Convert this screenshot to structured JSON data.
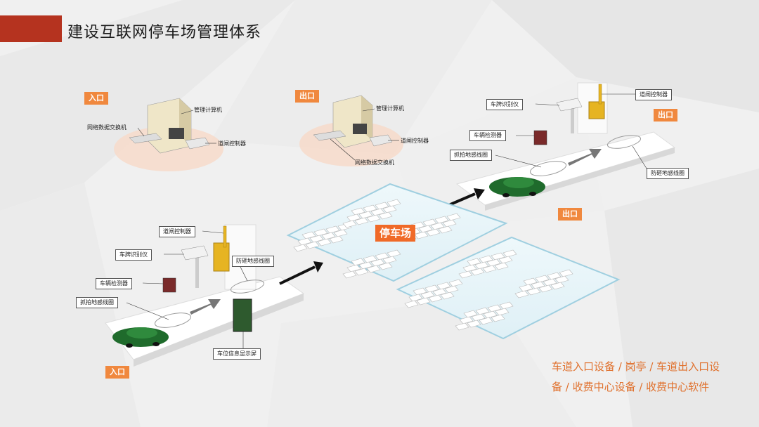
{
  "title": "建设互联网停车场管理体系",
  "tags": {
    "entrance_top": "入口",
    "exit_top": "出口",
    "exit_right_top": "出口",
    "exit_right_mid": "出口",
    "entrance_bottom": "入口",
    "parking_lot": "停车场"
  },
  "labels": {
    "mgmt_pc_1": "管理计算机",
    "net_switch_1": "网络数据交换机",
    "gate_ctrl_1": "道闸控制器",
    "mgmt_pc_2": "管理计算机",
    "gate_ctrl_2": "道闸控制器",
    "net_switch_2": "网络数据交换机",
    "plate_rec_exit": "车牌识别仪",
    "gate_ctrl_exit": "道闸控制器",
    "vehicle_det_exit": "车辆检测器",
    "snap_coil_exit": "抓拍地感线圈",
    "anti_smash_exit": "防砸地感线圈",
    "gate_ctrl_entry": "道闸控制器",
    "plate_rec_entry": "车牌识别仪",
    "anti_smash_entry": "防砸地感线圈",
    "vehicle_det_entry": "车辆检测器",
    "snap_coil_entry": "抓拍地感线圈",
    "space_display": "车位信息显示屏"
  },
  "summary": {
    "line1": "车道入口设备 / 岗亭 / 车道出入口设",
    "line2": "备 / 收费中心设备 / 收费中心软件"
  },
  "colors": {
    "accent": "#b5331f",
    "tag": "#f0883e",
    "summary": "#e0702c",
    "car": "#1f6b2c",
    "gate": "#e6b422"
  }
}
